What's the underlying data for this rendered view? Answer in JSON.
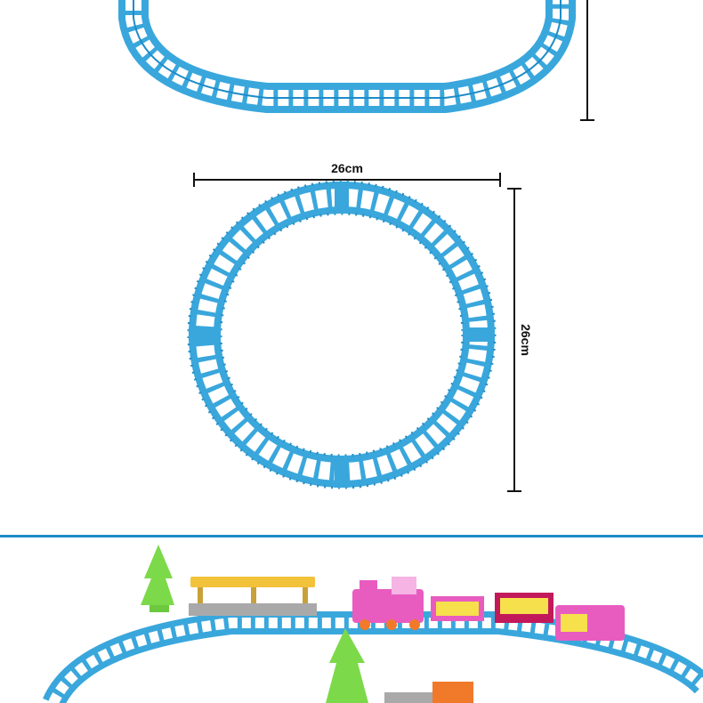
{
  "dimensions": {
    "width_label": "26cm",
    "height_label": "26cm"
  },
  "colors": {
    "track": "#3aa7dc",
    "track_dark": "#2a8fc4",
    "divider": "#1e8cc9",
    "background": "#ffffff",
    "tree": "#7cd94a",
    "train_pink": "#e85cc0",
    "station_roof": "#f3c23b"
  },
  "icons": [
    "dimension-arrow-horizontal",
    "dimension-arrow-vertical",
    "tree-icon",
    "train-icon",
    "station-icon"
  ]
}
